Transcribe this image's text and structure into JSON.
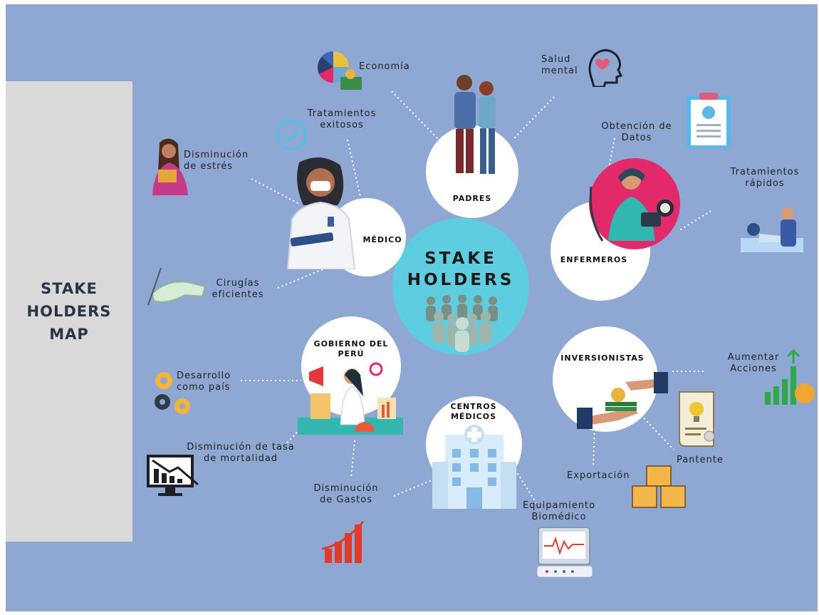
{
  "side_title": "STAKE\nHOLDERS MAP",
  "center_title": "STAKE\nHOLDERS",
  "stakeholders": {
    "padres": "PADRES",
    "medico": "MÉDICO",
    "enfermeros": "ENFERMEROS",
    "gobierno": "GOBIERNO DEL\nPERÚ",
    "centros": "CENTROS\nMÉDICOS",
    "inversionistas": "INVERSIONISTAS"
  },
  "labels": {
    "economia": "Economía",
    "salud_mental": "Salud\nmental",
    "tratamientos_exitosos": "Tratamientos\nexitosos",
    "disminucion_estres": "Disminución\nde estrés",
    "obtencion_datos": "Obtención de\nDatos",
    "tratamientos_rapidos": "Tratamientos\nrápidos",
    "cirugias": "Cirugías\neficientes",
    "desarrollo": "Desarrollo\ncomo país",
    "mortalidad": "Disminución de tasa\nde mortalidad",
    "gastos": "Disminución\nde Gastos",
    "equipamiento": "Equipamiento\nBiomédico",
    "exportacion": "Exportación",
    "pantente": "Pantente",
    "acciones": "Aumentar\nAcciones"
  },
  "colors": {
    "background": "#8fa7d3",
    "center": "#5fcde0",
    "side_panel": "#d9d9d9",
    "node": "#ffffff"
  }
}
